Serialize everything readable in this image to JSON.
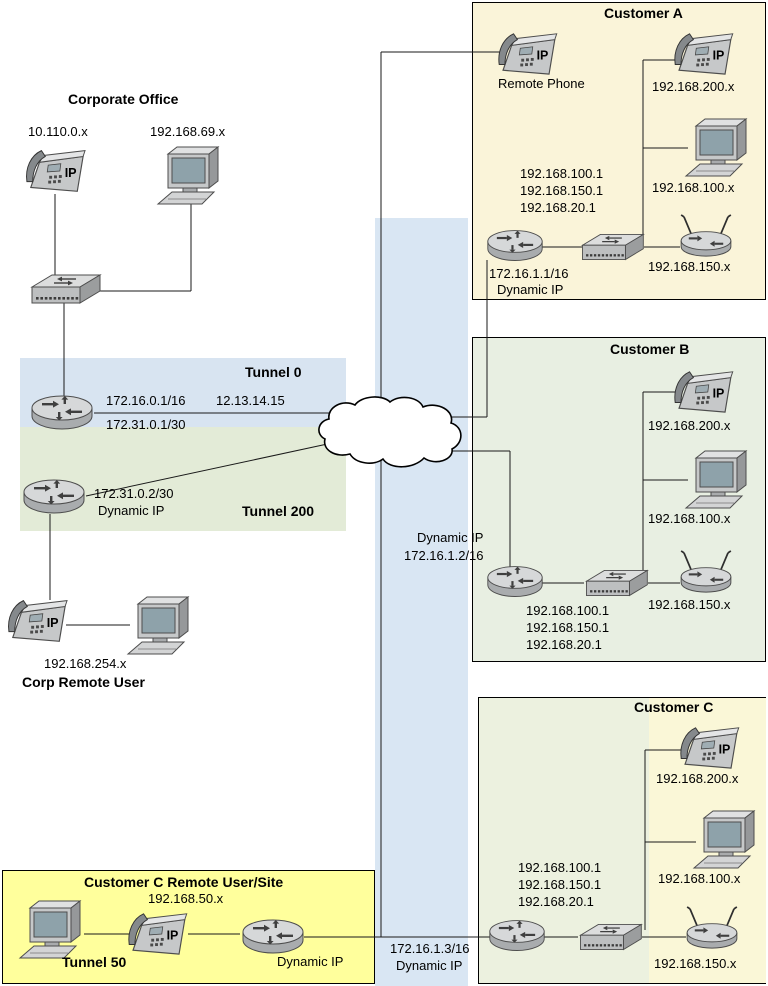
{
  "colors": {
    "tunnel0_band": "#d8e4f1",
    "tunnel200_band": "#e3ebd7",
    "wan_strip": "#d9e6f3",
    "customer_a_bg": "#faf4d9",
    "customer_b_bg": "#e8efe2",
    "customer_c_bg": "#ecf1df",
    "customer_c_right_bg": "#faf7d7",
    "remote_site_bg": "#ffff9c",
    "line": "#1a1a1a"
  },
  "corporate_office": {
    "title": "Corporate Office",
    "phone_ip": "10.110.0.x",
    "computer_ip": "192.168.69.x",
    "router_wan_ip": "172.16.0.1/16",
    "public_ip": "12.13.14.15",
    "router_tunnel_ip": "172.31.0.1/30"
  },
  "tunnels": {
    "tunnel0": "Tunnel 0",
    "tunnel200": "Tunnel 200"
  },
  "corp_remote_user": {
    "router_tunnel_ip": "172.31.0.2/30",
    "dynamic_ip": "Dynamic IP",
    "lan_ip": "192.168.254.x",
    "title": "Corp Remote User"
  },
  "customer_a": {
    "title": "Customer A",
    "remote_phone_label": "Remote Phone",
    "phone_ip": "192.168.200.x",
    "computer_ip": "192.168.100.x",
    "gateway_1": "192.168.100.1",
    "gateway_2": "192.168.150.1",
    "gateway_3": "192.168.20.1",
    "wireless_ip": "192.168.150.x",
    "wan_ip": "172.16.1.1/16",
    "dynamic_ip": "Dynamic IP"
  },
  "customer_b": {
    "title": "Customer B",
    "phone_ip": "192.168.200.x",
    "computer_ip": "192.168.100.x",
    "gateway_1": "192.168.100.1",
    "gateway_2": "192.168.150.1",
    "gateway_3": "192.168.20.1",
    "wireless_ip": "192.168.150.x",
    "dynamic_ip": "Dynamic IP",
    "wan_ip": "172.16.1.2/16"
  },
  "customer_c": {
    "title": "Customer C",
    "phone_ip": "192.168.200.x",
    "computer_ip": "192.168.100.x",
    "gateway_1": "192.168.100.1",
    "gateway_2": "192.168.150.1",
    "gateway_3": "192.168.20.1",
    "wireless_ip": "192.168.150.x",
    "wan_ip": "172.16.1.3/16",
    "dynamic_ip": "Dynamic IP"
  },
  "customer_c_remote": {
    "title": "Customer C Remote User/Site",
    "lan_ip": "192.168.50.x",
    "tunnel_label": "Tunnel 50",
    "dynamic_ip": "Dynamic IP"
  }
}
